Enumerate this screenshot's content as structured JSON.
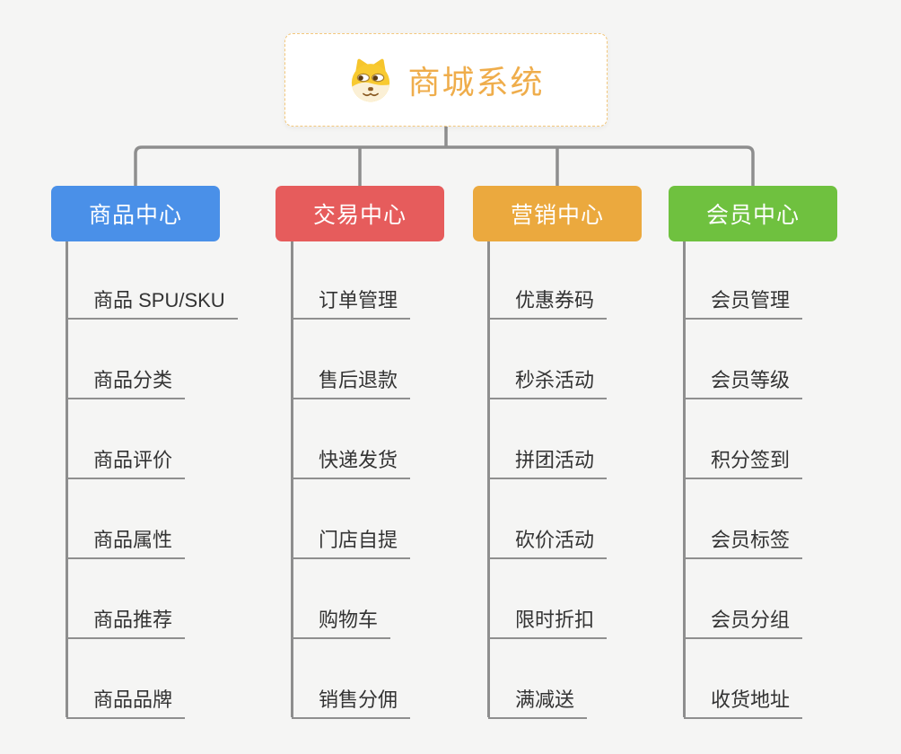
{
  "root": {
    "title": "商城系统",
    "icon": "dog-face-icon",
    "title_color": "#efad4b",
    "border_color": "#f3c87d"
  },
  "branches": [
    {
      "label": "商品中心",
      "color": "#4a90e8",
      "items": [
        "商品 SPU/SKU",
        "商品分类",
        "商品评价",
        "商品属性",
        "商品推荐",
        "商品品牌"
      ]
    },
    {
      "label": "交易中心",
      "color": "#e65c5c",
      "items": [
        "订单管理",
        "售后退款",
        "快递发货",
        "门店自提",
        "购物车",
        "销售分佣"
      ]
    },
    {
      "label": "营销中心",
      "color": "#eba93e",
      "items": [
        "优惠券码",
        "秒杀活动",
        "拼团活动",
        "砍价活动",
        "限时折扣",
        "满减送"
      ]
    },
    {
      "label": "会员中心",
      "color": "#6fc13f",
      "items": [
        "会员管理",
        "会员等级",
        "积分签到",
        "会员标签",
        "会员分组",
        "收货地址"
      ]
    }
  ],
  "colors": {
    "background": "#f5f5f4",
    "connector": "#8e8e8e",
    "leaf_text": "#333333",
    "leaf_underline": "#8f8f8f"
  }
}
